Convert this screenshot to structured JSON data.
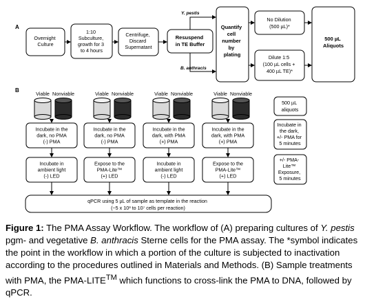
{
  "panel_a": {
    "label": "A",
    "overnight": [
      "Overnight",
      "Culture"
    ],
    "subculture": [
      "1:10",
      "Subculture,",
      "growth for 3",
      "to 4 hours"
    ],
    "centrifuge": [
      "Centrifuge,",
      "Discard",
      "Supernatant"
    ],
    "resuspend": [
      "Resuspend",
      "in TE Buffer"
    ],
    "yp_label": "Y. pestis",
    "ba_label": "B. anthracis",
    "quantify": [
      "Quantify",
      "cell",
      "number",
      "by",
      "plating"
    ],
    "no_dilution": [
      "No Dilution",
      "(500 µL)*"
    ],
    "dilute": [
      "Dilute 1:5",
      "(100 µL cells +",
      "400 µL TE)*"
    ],
    "aliquots": [
      "500 µL",
      "Aliquots"
    ]
  },
  "panel_b": {
    "label": "B",
    "tube_labels": [
      "Viable",
      "Nonviable"
    ],
    "aliquots_box": [
      "500 µL",
      "aliquots"
    ],
    "incubate_row": [
      [
        "Incubate in the",
        "dark, no PMA",
        "(-) PMA"
      ],
      [
        "Incubate in the",
        "dark, no PMA",
        "(-) PMA"
      ],
      [
        "Incubate in the",
        "dark, with PMA",
        "(+) PMA"
      ],
      [
        "Incubate in the",
        "dark, with PMA",
        "(+) PMA"
      ]
    ],
    "incubate_side": [
      "Incubate in",
      "the dark,",
      "+/- PMA for",
      "5 minutes"
    ],
    "light_row": [
      [
        "Incubate in",
        "ambient light",
        "(-) LED"
      ],
      [
        "Expose to the",
        "PMA-Lite™",
        "(+) LED"
      ],
      [
        "Incubate in",
        "ambient light",
        "(-) LED"
      ],
      [
        "Expose to the",
        "PMA-Lite™",
        "(+) LED"
      ]
    ],
    "light_side": [
      "+/- PMA-",
      "Lite™",
      "Exposure,",
      "5 minutes"
    ],
    "qpcr": [
      "qPCR using 5 µL of sample as template in the reaction",
      "(~5 x 10³ to 10⁷ cells per reaction)"
    ]
  },
  "caption": {
    "lead": "Figure 1:",
    "p1": " The PMA Assay Workflow. The workflow of (A) preparing cultures of ",
    "i1": "Y. pestis",
    "p2": " pgm- and vegetative ",
    "i2": "B. anthracis",
    "p3": " Sterne cells for the PMA assay. The *symbol indicates the point in the workflow in which a portion of the culture is subjected to inactivation according to the procedures outlined in Materials and Methods. (B) Sample treatments with PMA, the PMA-LITE",
    "sup": "TM",
    "p4": " which functions to cross-link the PMA to DNA, followed by qPCR."
  },
  "colors": {
    "viable_tube": "#d9d9d9",
    "nonviable_tube": "#2b2b2b",
    "line": "#000000"
  }
}
